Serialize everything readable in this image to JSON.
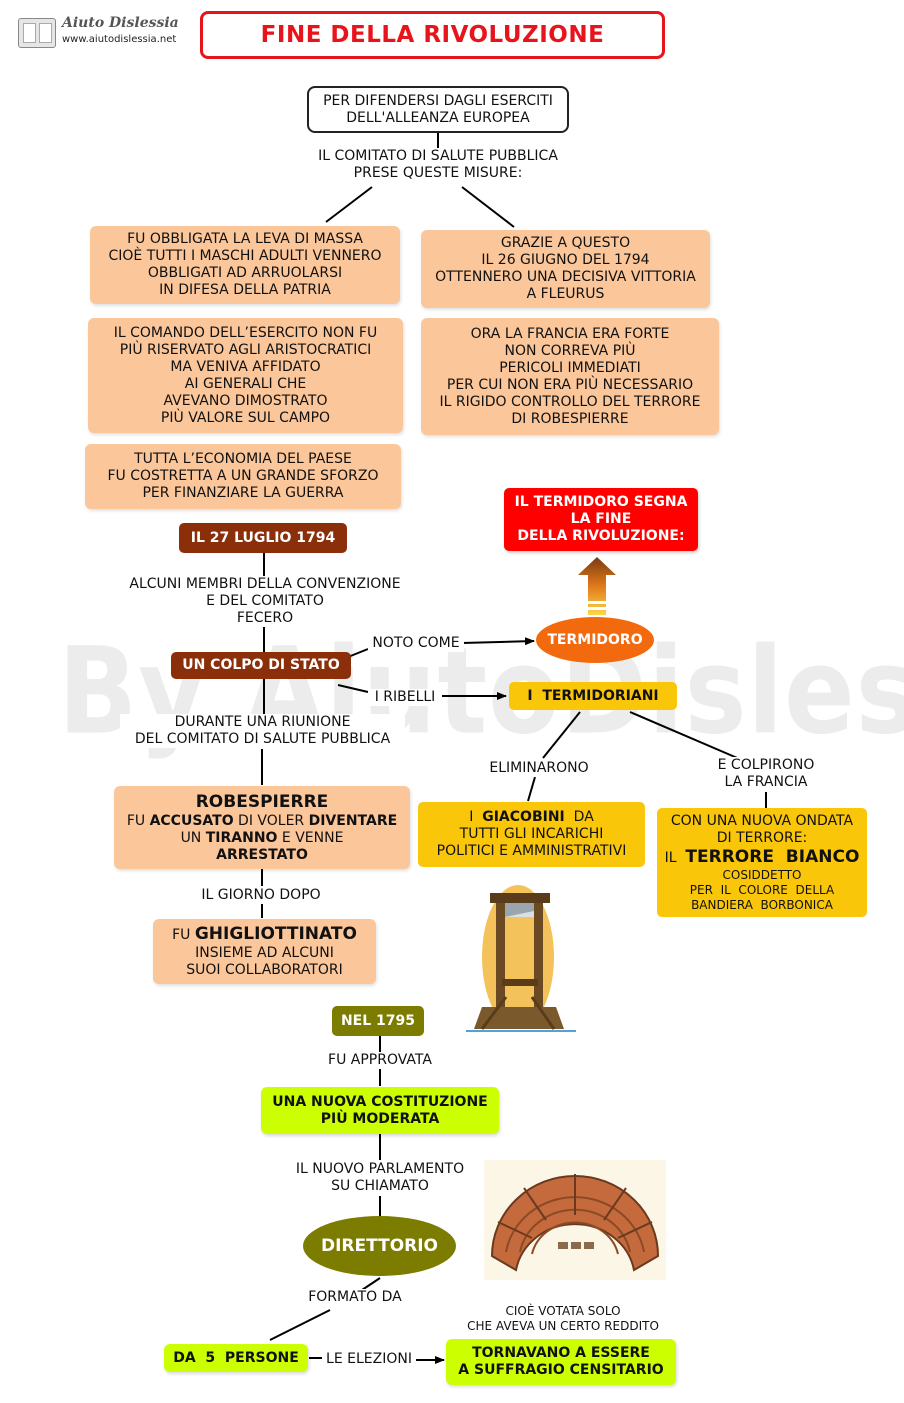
{
  "header": {
    "logo_name": "Aiuto Dislessia",
    "logo_url": "www.aiutodislessia.net",
    "title": "FINE DELLA RIVOLUZIONE"
  },
  "watermark": "By AiutoDislessia.net",
  "top": {
    "root": [
      "PER DIFENDERSI DAGLI ESERCITI",
      "DELL'ALLEANZA EUROPEA"
    ],
    "measures_label": [
      "IL COMITATO DI SALUTE PUBBLICA",
      "PRESE QUESTE MISURE:"
    ]
  },
  "left_boxes": [
    [
      "FU OBBLIGATA LA LEVA DI MASSA",
      "CIOÈ TUTTI I MASCHI ADULTI VENNERO",
      "OBBLIGATI AD ARRUOLARSI",
      "IN DIFESA DELLA PATRIA"
    ],
    [
      "IL COMANDO DELL’ESERCITO NON FU",
      "PIÙ RISERVATO AGLI ARISTOCRATICI",
      "MA VENIVA AFFIDATO",
      "AI GENERALI CHE",
      "AVEVANO DIMOSTRATO",
      "PIÙ VALORE SUL CAMPO"
    ],
    [
      "TUTTA L’ECONOMIA DEL PAESE",
      "FU COSTRETTA A UN GRANDE SFORZO",
      "PER FINANZIARE LA GUERRA"
    ]
  ],
  "right_boxes": [
    [
      "GRAZIE A QUESTO",
      "IL 26 GIUGNO DEL 1794",
      "OTTENNERO UNA DECISIVA VITTORIA",
      "A FLEURUS"
    ],
    [
      "ORA LA FRANCIA ERA FORTE",
      "NON CORREVA PIÙ",
      "PERICOLI IMMEDIATI",
      "PER CUI NON ERA PIÙ NECESSARIO",
      "IL RIGIDO CONTROLLO DEL TERRORE",
      "DI ROBESPIERRE"
    ]
  ],
  "coup": {
    "date": "IL 27 LUGLIO 1794",
    "members_label": [
      "ALCUNI MEMBRI DELLA CONVENZIONE",
      "E DEL COMITATO",
      "FECERO"
    ],
    "coup_box": "UN COLPO DI STATO",
    "known_as": "NOTO COME",
    "termidoro": "TERMIDORO",
    "rebels": "I RIBELLI",
    "termidoriani": "I  TERMIDORIANI",
    "end_box": [
      "IL TERMIDORO SEGNA",
      "LA FINE",
      "DELLA RIVOLUZIONE:"
    ],
    "during": [
      "DURANTE UNA RIUNIONE",
      "DEL COMITATO DI SALUTE PUBBLICA"
    ]
  },
  "robespierre": {
    "name": "ROBESPIERRE",
    "l2_a": "FU ",
    "l2_b": "ACCUSATO",
    "l2_c": " DI VOLER ",
    "l2_d": "DIVENTARE",
    "l3_a": "UN ",
    "l3_b": "TIRANNO",
    "l3_c": " E VENNE",
    "l4": "ARRESTATO",
    "next_day": "IL GIORNO DOPO",
    "exec_a": "FU ",
    "exec_b": "GHIGLIOTTINATO",
    "exec_l2": "INSIEME AD ALCUNI",
    "exec_l3": "SUOI COLLABORATORI"
  },
  "termidoriani_branch": {
    "eliminated_label": "ELIMINARONO",
    "jac_a": "I  ",
    "jac_b": "GIACOBINI",
    "jac_c": "  DA",
    "jac_l2": "TUTTI GLI INCARICHI",
    "jac_l3": "POLITICI E AMMINISTRATIVI",
    "struck_label": [
      "E COLPIRONO",
      "LA FRANCIA"
    ],
    "terror_l1": "CON UNA NUOVA ONDATA",
    "terror_l2": "DI TERRORE:",
    "terror_a": "IL  ",
    "terror_b": "TERRORE  BIANCO",
    "terror_l4": "COSIDDETTO",
    "terror_l5": "PER  IL  COLORE  DELLA",
    "terror_l6": "BANDIERA  BORBONICA"
  },
  "directory": {
    "year": "NEL 1795",
    "approved": "FU APPROVATA",
    "constitution": [
      "UNA NUOVA COSTITUZIONE",
      "PIÙ MODERATA"
    ],
    "parliament": [
      "IL NUOVO PARLAMENTO",
      "SU CHIAMATO"
    ],
    "name": "DIRETTORIO",
    "formed_by": "FORMATO DA",
    "people": "DA  5  PERSONE",
    "elections": "LE ELEZIONI",
    "suffrage": [
      "TORNAVANO A ESSERE",
      "A SUFFRAGIO CENSITARIO"
    ],
    "note": [
      "CIOÈ VOTATA SOLO",
      "CHE AVEVA UN CERTO REDDITO"
    ]
  },
  "images": [
    "guillotine-image",
    "parliament-hemicycle-image"
  ],
  "colors": {
    "title_border": "#e8141b",
    "peach": "#fbc79a",
    "gold": "#f9c60a",
    "brown": "#8b2f0a",
    "red": "#ff0000",
    "orange": "#f26a0d",
    "lime": "#ccff00",
    "olive": "#7c7c00"
  }
}
